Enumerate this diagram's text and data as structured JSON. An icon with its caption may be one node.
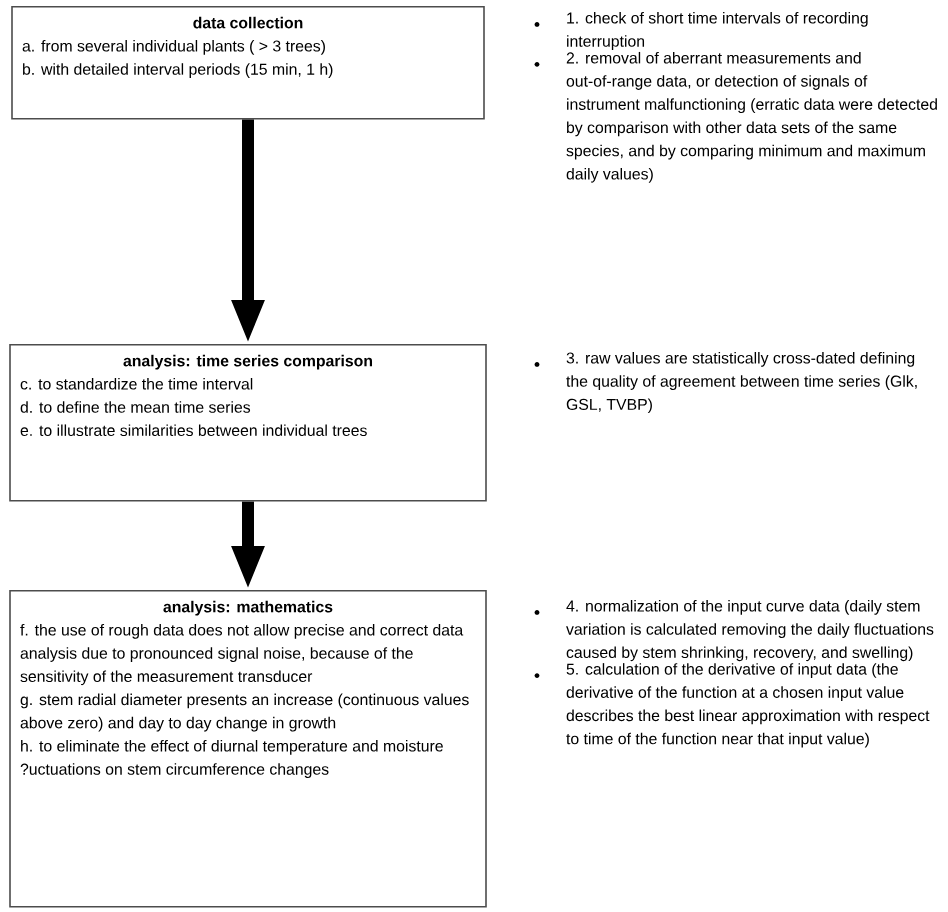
{
  "diagram": {
    "nodes": [
      {
        "text": [
          "data collection",
          "a. from several individual plants ( > 3 trees)",
          "b. with detailed interval periods (15 min, 1 h)"
        ]
      },
      {
        "text": [
          "analysis: time series comparison",
          "c. to standardize the time interval",
          "d. to define the mean time series",
          "e. to illustrate similarities between individual trees"
        ]
      },
      {
        "text": [
          "analysis: mathematics",
          "f. the use of rough data does not allow precise and correct data analysis due to pronounced signal noise, because of the sensitivity of the measurement transducer",
          "g. stem radial diameter presents an increase (continuous values above zero) and day to day change in growth",
          "h. to eliminate the effect of diurnal temperature and moisture ?uctuations on stem circumference changes"
        ]
      }
    ],
    "edges": [
      {
        "from": 0,
        "to": 1,
        "arrow": "to"
      },
      {
        "from": 1,
        "to": 2,
        "arrow": "to"
      }
    ],
    "labels": [
      "1. check of short time intervals of recording interruption",
      "2. removal of aberrant measurements and out-of-range data, or detection of signals of instrument malfunctioning (erratic data were detected by comparison with other data sets of the same species, and by comparing minimum and maximum daily values)",
      "3. raw values are statistically cross-dated defining the quality of agreement between time series (Glk, GSL, TVBP)",
      "4. normalization of the input curve data (daily stem variation is calculated removing the daily fluctuations caused by stem shrinking, recovery, and swelling)",
      "5. calculation of the derivative of input data (the derivative of the function at a chosen input value describes the best linear approximation with respect to time of the function near that input value)"
    ]
  }
}
